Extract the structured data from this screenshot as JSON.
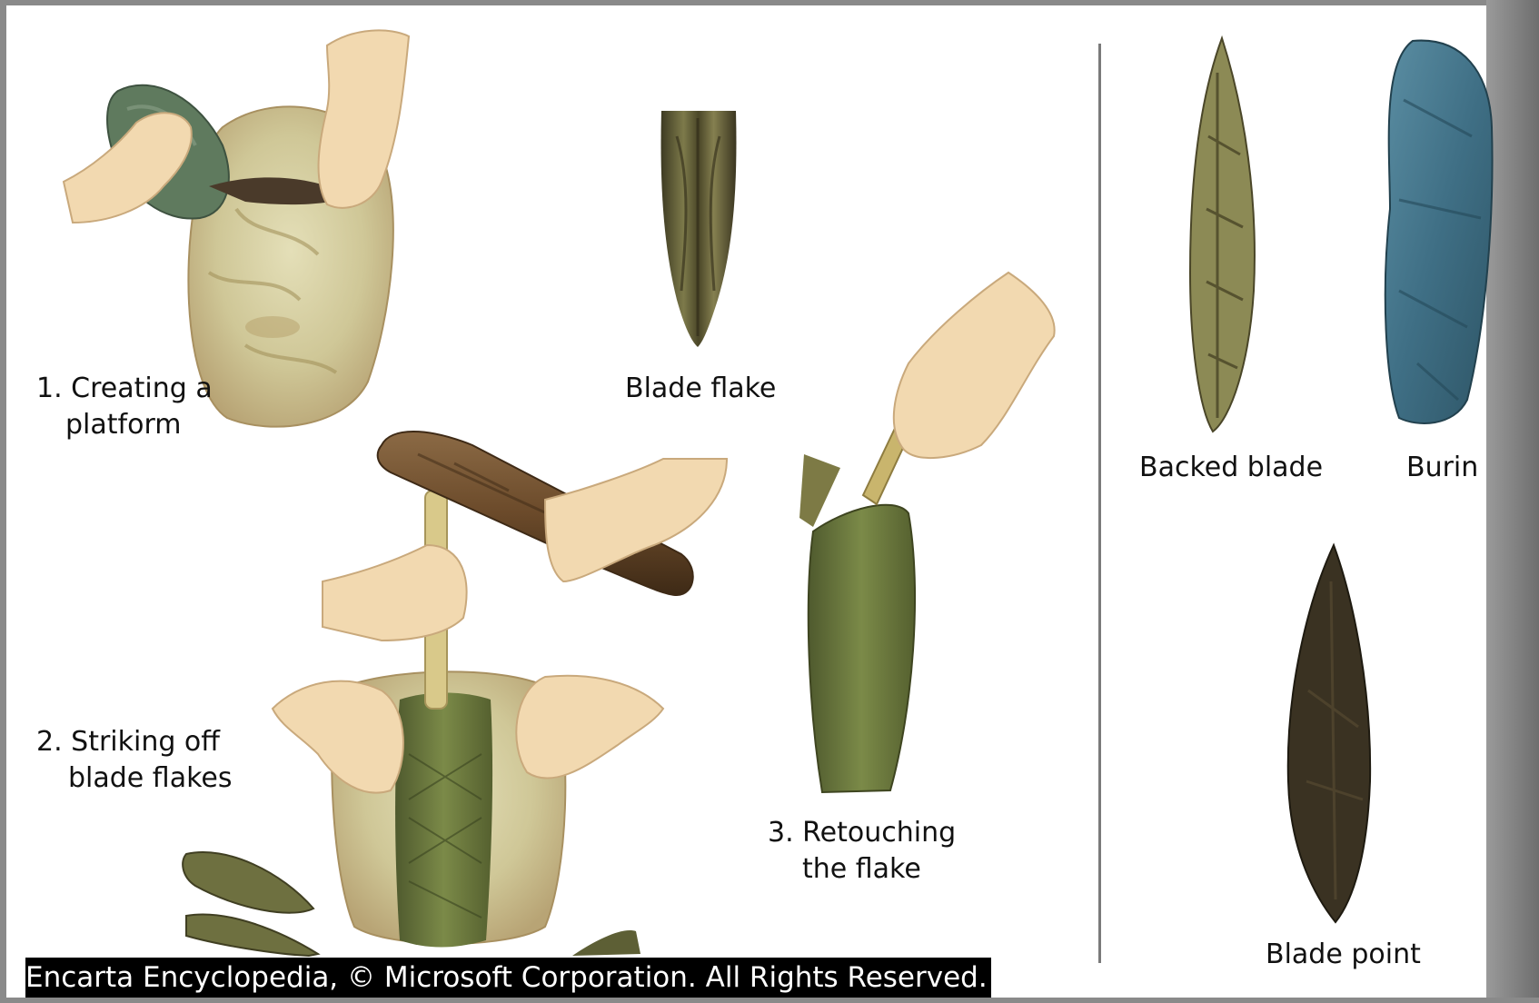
{
  "labels": {
    "step1_line1": "1. Creating a",
    "step1_line2": "platform",
    "blade_flake": "Blade flake",
    "step2_line1": "2. Striking off",
    "step2_line2": "blade flakes",
    "step3_line1": "3. Retouching",
    "step3_line2": "the flake",
    "backed_blade": "Backed blade",
    "burin": "Burin",
    "blade_point": "Blade point"
  },
  "copyright": "Encarta Encyclopedia, © Microsoft Corporation. All Rights Reserved.",
  "colors": {
    "skin": "#f2d9b0",
    "stone_core": "#d9d2a4",
    "hammer_stone": "#5f7a5e",
    "flake_olive": "#6f6a3c",
    "wood": "#6b4a2a",
    "burin_blue": "#3f6f85",
    "blade_point_dark": "#3a3222"
  }
}
